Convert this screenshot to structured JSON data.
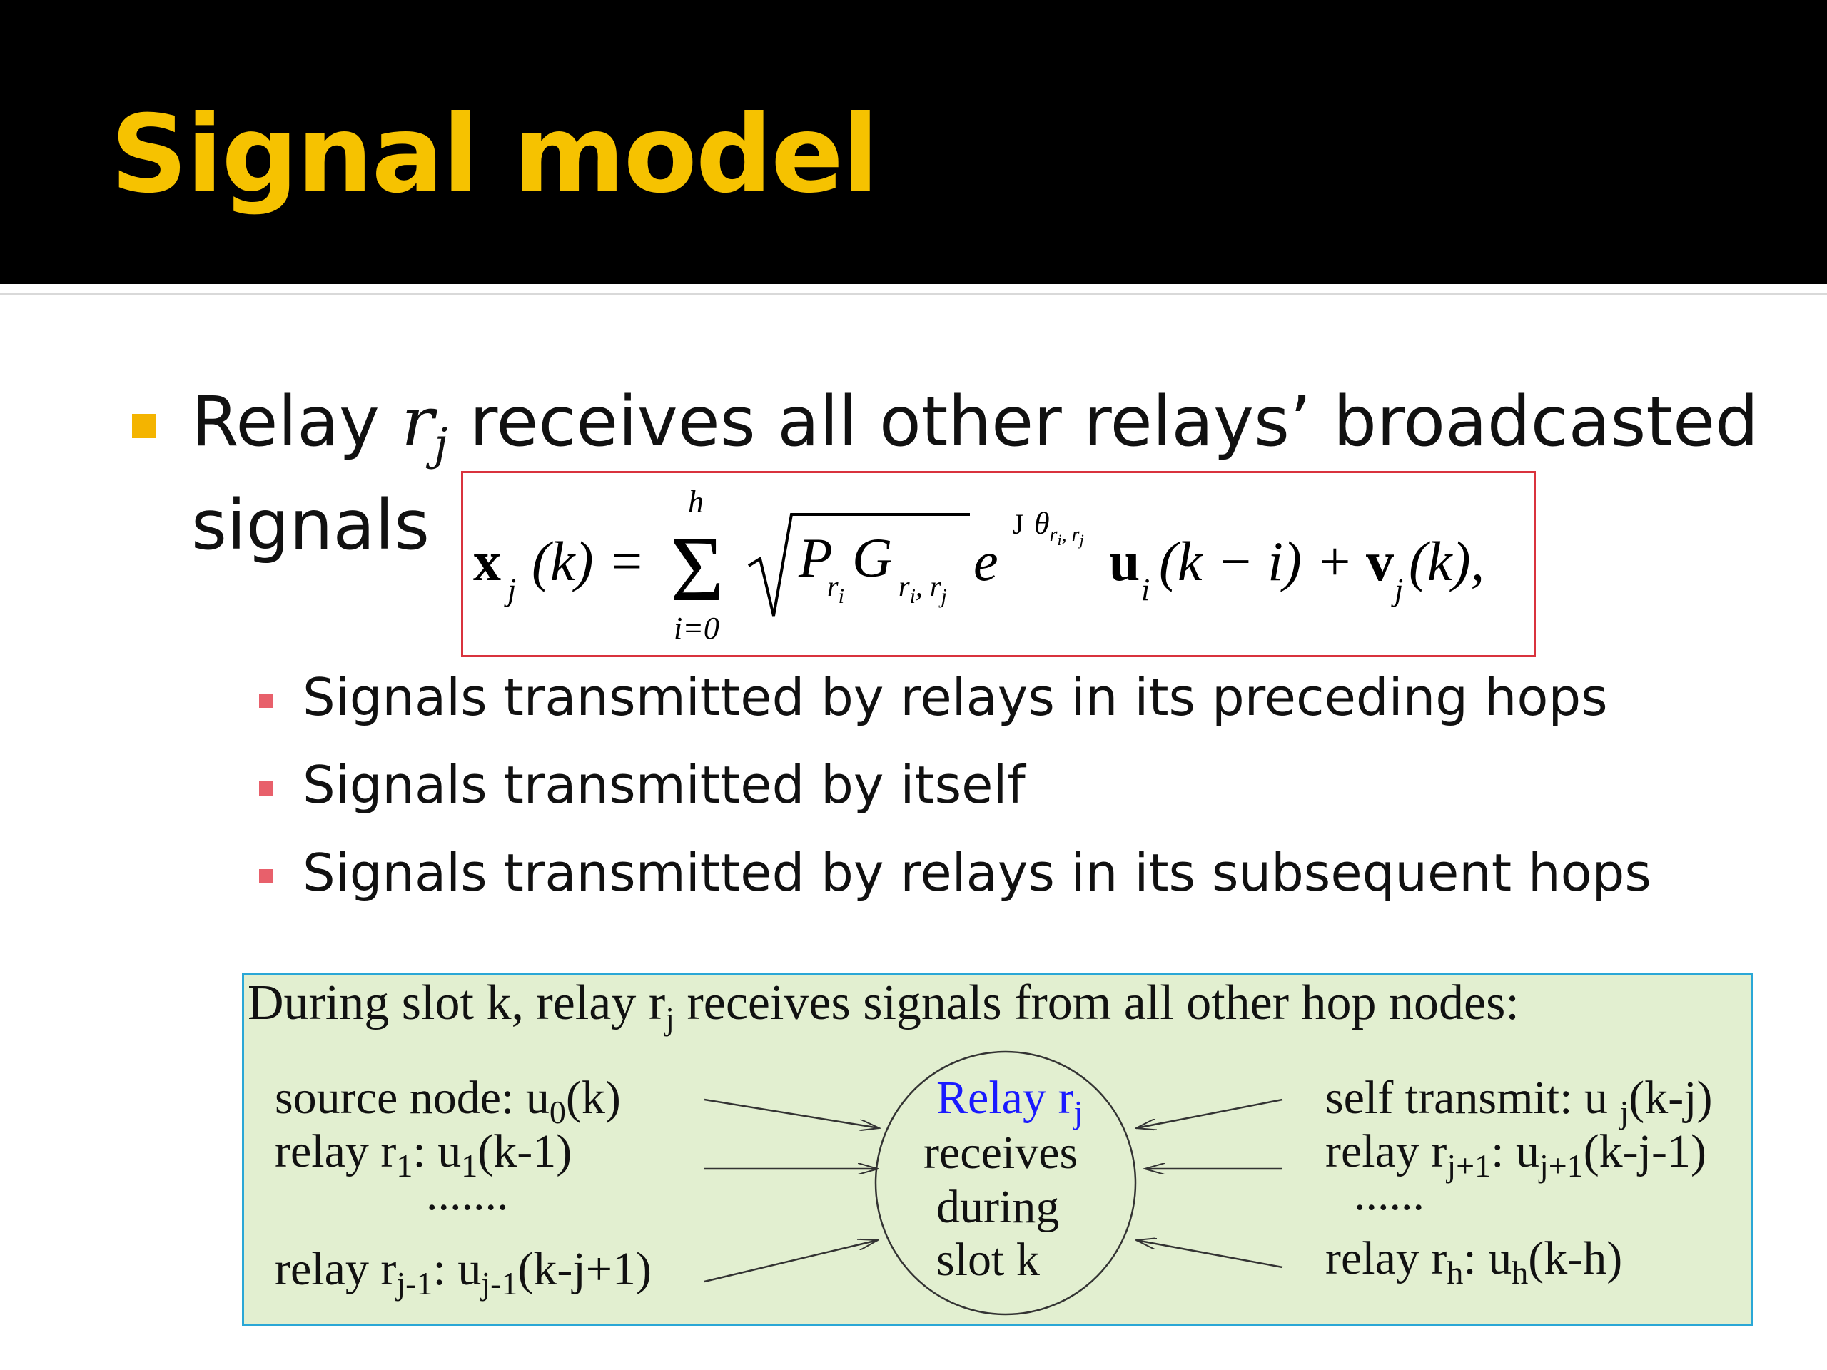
{
  "slide": {
    "title": "Signal model"
  },
  "bullet_main": {
    "prefix": "Relay ",
    "r": "r",
    "j": "j",
    "suffix": " receives all other relays’ broadcasted",
    "line2": "signals"
  },
  "equation": {
    "x": "x",
    "j": "j",
    "k_arg": "(k) =",
    "sum_upper": "h",
    "sum_lower": "i=0",
    "P": "P",
    "r": "r",
    "i": "i",
    "G": "G",
    "rirj": "r",
    "comma": ",",
    "e": "e",
    "J": "J",
    "theta": "θ",
    "u": "u",
    "ki": "(k − i) + ",
    "v": "v",
    "kend": "(k),"
  },
  "sub_bullets": [
    "Signals transmitted by relays in its preceding hops",
    "Signals transmitted by itself",
    "Signals transmitted by relays in its subsequent hops"
  ],
  "diagram": {
    "header": {
      "pre": "During slot k, relay r",
      "sub": "j",
      "post": "  receives signals from all other hop nodes:"
    },
    "left": {
      "l1_pre": "source node: u",
      "l1_sub": "0",
      "l1_post": "(k)",
      "l2_pre": "relay r",
      "l2_sub1": "1",
      "l2_mid": ": u",
      "l2_sub2": "1",
      "l2_post": "(k-1)",
      "dots": ".......",
      "l4_pre": "relay r",
      "l4_sub1": "j-1",
      "l4_mid": ": u",
      "l4_sub2": "j-1",
      "l4_post": "(k-j+1)"
    },
    "center": {
      "relay_pre": "Relay r",
      "relay_sub": "j",
      "line2": "receives",
      "line3": "during",
      "line4": "slot k"
    },
    "right": {
      "r1_pre": "self transmit: u ",
      "r1_sub": "j",
      "r1_post": "(k-j)",
      "r2_pre": "relay r",
      "r2_sub1": "j+1",
      "r2_mid": ": u",
      "r2_sub2": "j+1",
      "r2_post": "(k-j-1)",
      "dots": "......",
      "r4_pre": "relay r",
      "r4_sub1": "h",
      "r4_mid": ": u",
      "r4_sub2": "h",
      "r4_post": "(k-h)"
    }
  },
  "colors": {
    "title": "#f6c200",
    "bullet_marker": "#f4b400",
    "sub_marker": "#e8606b",
    "relay_highlight": "#1a1aff",
    "diagram_bg": "#e2efd0",
    "diagram_border": "#2aa7d6",
    "equation_border": "#d9333d"
  }
}
